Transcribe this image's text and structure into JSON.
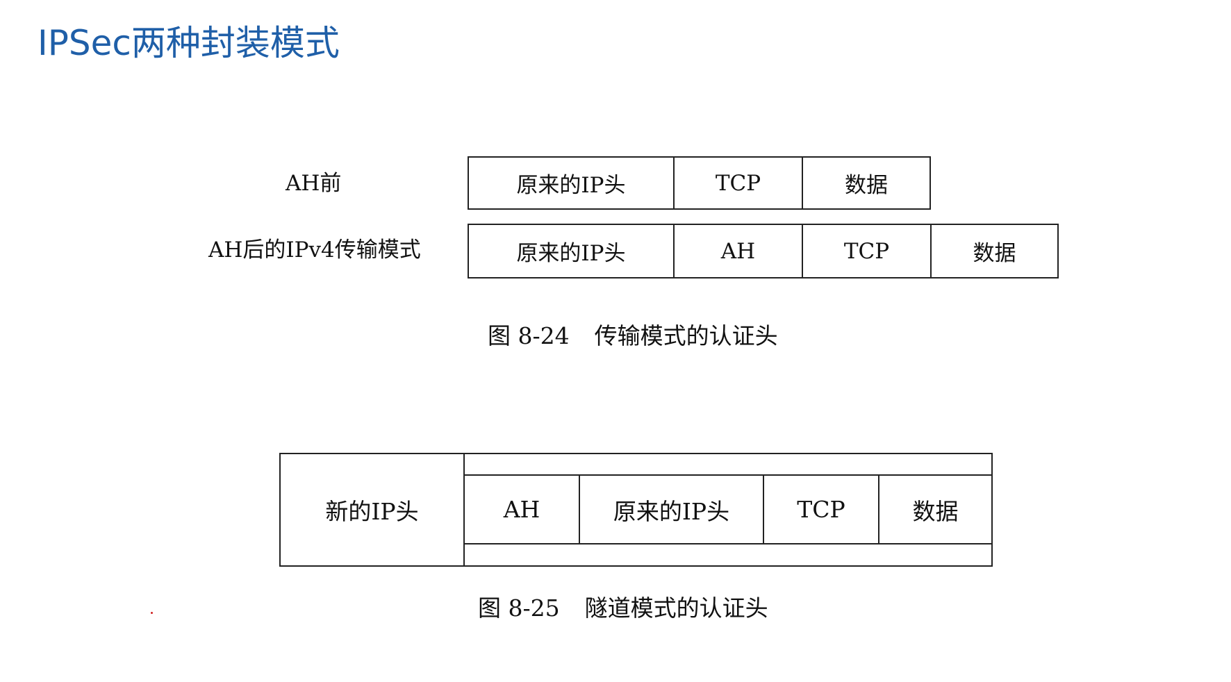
{
  "title": "IPSec两种封装模式",
  "transport": {
    "before_label": "AH前",
    "before_fields": [
      "原来的IP头",
      "TCP",
      "数据"
    ],
    "after_label": "AH后的IPv4传输模式",
    "after_fields": [
      "原来的IP头",
      "AH",
      "TCP",
      "数据"
    ],
    "caption_num": "图 8-24",
    "caption_text": "传输模式的认证头"
  },
  "tunnel": {
    "new_ip": "新的IP头",
    "fields": [
      "AH",
      "原来的IP头",
      "TCP",
      "数据"
    ],
    "caption_num": "图 8-25",
    "caption_text": "隧道模式的认证头"
  }
}
